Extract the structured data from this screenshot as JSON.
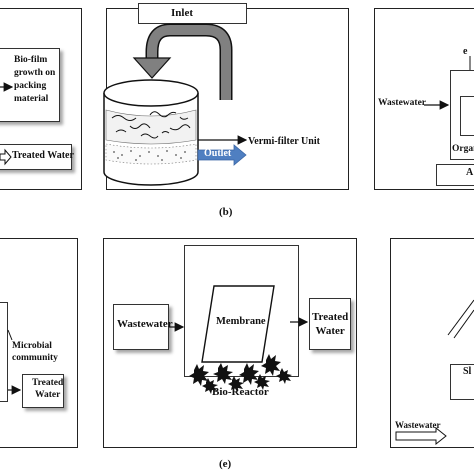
{
  "captions": {
    "b": "(b)",
    "e": "(e)"
  },
  "panel_a": {
    "biofilm": "Bio-film\ngrowth on\npacking\nmaterial",
    "treated": "Treated Water"
  },
  "panel_b": {
    "inlet": "Inlet",
    "outlet": "Outlet",
    "unit": "Vermi-filter Unit"
  },
  "panel_c": {
    "wastewater": "Wastewater",
    "top_partial": "e",
    "organ_partial": "Organ",
    "a_partial": "A"
  },
  "panel_d": {
    "microbial": "Microbial\ncommunity",
    "treated": "Treated\nWater"
  },
  "panel_e": {
    "wastewater": "Wastewater",
    "membrane": "Membrane",
    "treated": "Treated\nWater",
    "bioreactor": "Bio-Reactor"
  },
  "panel_f": {
    "wastewater": "Wastewater",
    "sh_partial": "Sl"
  },
  "colors": {
    "outlet_arrow": "#4f7fc1",
    "arrow_gray": "#808080",
    "border": "#222222"
  }
}
